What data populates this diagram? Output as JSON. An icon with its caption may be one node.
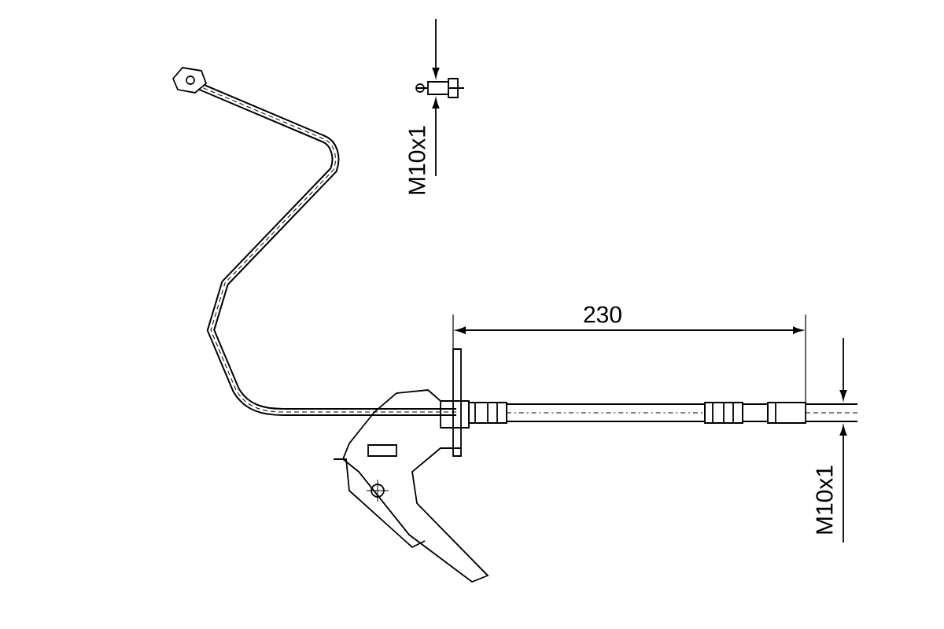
{
  "diagram": {
    "labels": [
      "M10x1",
      "230",
      "M10x1"
    ]
  }
}
